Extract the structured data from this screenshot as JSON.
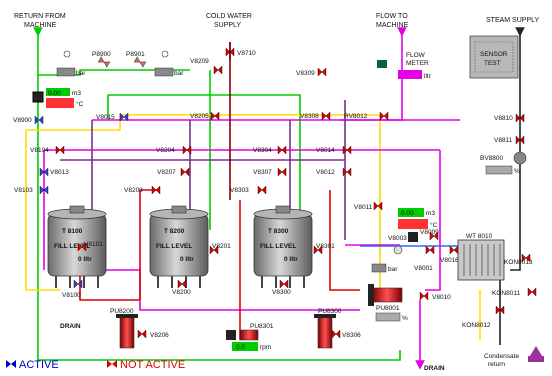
{
  "headers": {
    "return_from_machine": [
      "RETURN FROM",
      "MACHINE"
    ],
    "cold_water_supply": [
      "COLD WATER",
      "SUPPLY"
    ],
    "flow_to_machine": [
      "FLOW TO",
      "MACHINE"
    ],
    "steam_supply": "STEAM SUPPLY"
  },
  "valves": {
    "p8900": "P8900",
    "p8901": "P8901",
    "v8900": "V8900",
    "v8015": "V8015",
    "v8209": "V8209",
    "v8710": "V8710",
    "v8309": "V8309",
    "v8205": "V8205",
    "v8308": "V8308",
    "rv8012": "RV8012",
    "v8104": "V8104",
    "v8204": "V8204",
    "v8304": "V8304",
    "v8014": "V8014",
    "v8013": "V8013",
    "v8207": "V8207",
    "v8307": "V8307",
    "v8012": "V8012",
    "v8103": "V8103",
    "v8203": "V8203",
    "v8303": "V8303",
    "v8011": "V8011",
    "v8101": "V8101",
    "v8201": "V8201",
    "v8301": "V8301",
    "v8100": "V8100",
    "v8200": "V8200",
    "v8300": "V8300",
    "v8206": "V8206",
    "v8306": "V8306",
    "v8001": "V8001",
    "v8010": "V8010",
    "v8016": "V8016",
    "v8009": "V8009",
    "v8003": "V8003",
    "kon8013": "KON8013",
    "kon8011": "KON8011",
    "kon8012": "KON8012",
    "v8810": "V8810",
    "v8811": "V8811",
    "bv8800": "BV8800"
  },
  "pumps": {
    "pu8200": "PU8200",
    "pu8300": "PU8300",
    "pu8301": "PU8301",
    "pu8001": "PU8001"
  },
  "tanks": [
    {
      "name": "T 8100",
      "fill": "FILL LEVEL",
      "level": "0 lltr"
    },
    {
      "name": "T 8200",
      "fill": "FILL LEVEL",
      "level": "0 lltr"
    },
    {
      "name": "T 8300",
      "fill": "FILL LEVEL",
      "level": "0 lltr"
    }
  ],
  "readouts": {
    "return_flow": "0.00",
    "return_flow_unit": "m3",
    "return_temp_unit": "°C",
    "p8900_unit": "bar",
    "p8901_unit": "bar",
    "flow_meter": [
      "FLOW",
      "METER"
    ],
    "flow_meter_unit": "lltr",
    "hx_flow": "0.00",
    "hx_flow_unit": "m3",
    "hx_temp_unit": "°C",
    "pump_rpm": "0.0",
    "pump_rpm_unit": "rpm",
    "bv8800_unit": "%",
    "pu8001_unit": "%",
    "v8003_unit": "bar"
  },
  "equipment": {
    "sensor_test": [
      "SENSOR",
      "TEST"
    ],
    "wt8010": "WT 8010",
    "condensate": [
      "Condensate",
      "return"
    ],
    "drain_left": "DRAIN",
    "drain_right": "DRAIN"
  },
  "legend": {
    "active": "ACTIVE",
    "not_active": "NOT ACTIVE"
  },
  "colors": {
    "active": "#0000cc",
    "not_active": "#dd0000",
    "readout_green": "#00cc00",
    "readout_red": "#ff3333",
    "flow_magenta": "#e600e6",
    "tank_gray": "#9a9a9a"
  }
}
